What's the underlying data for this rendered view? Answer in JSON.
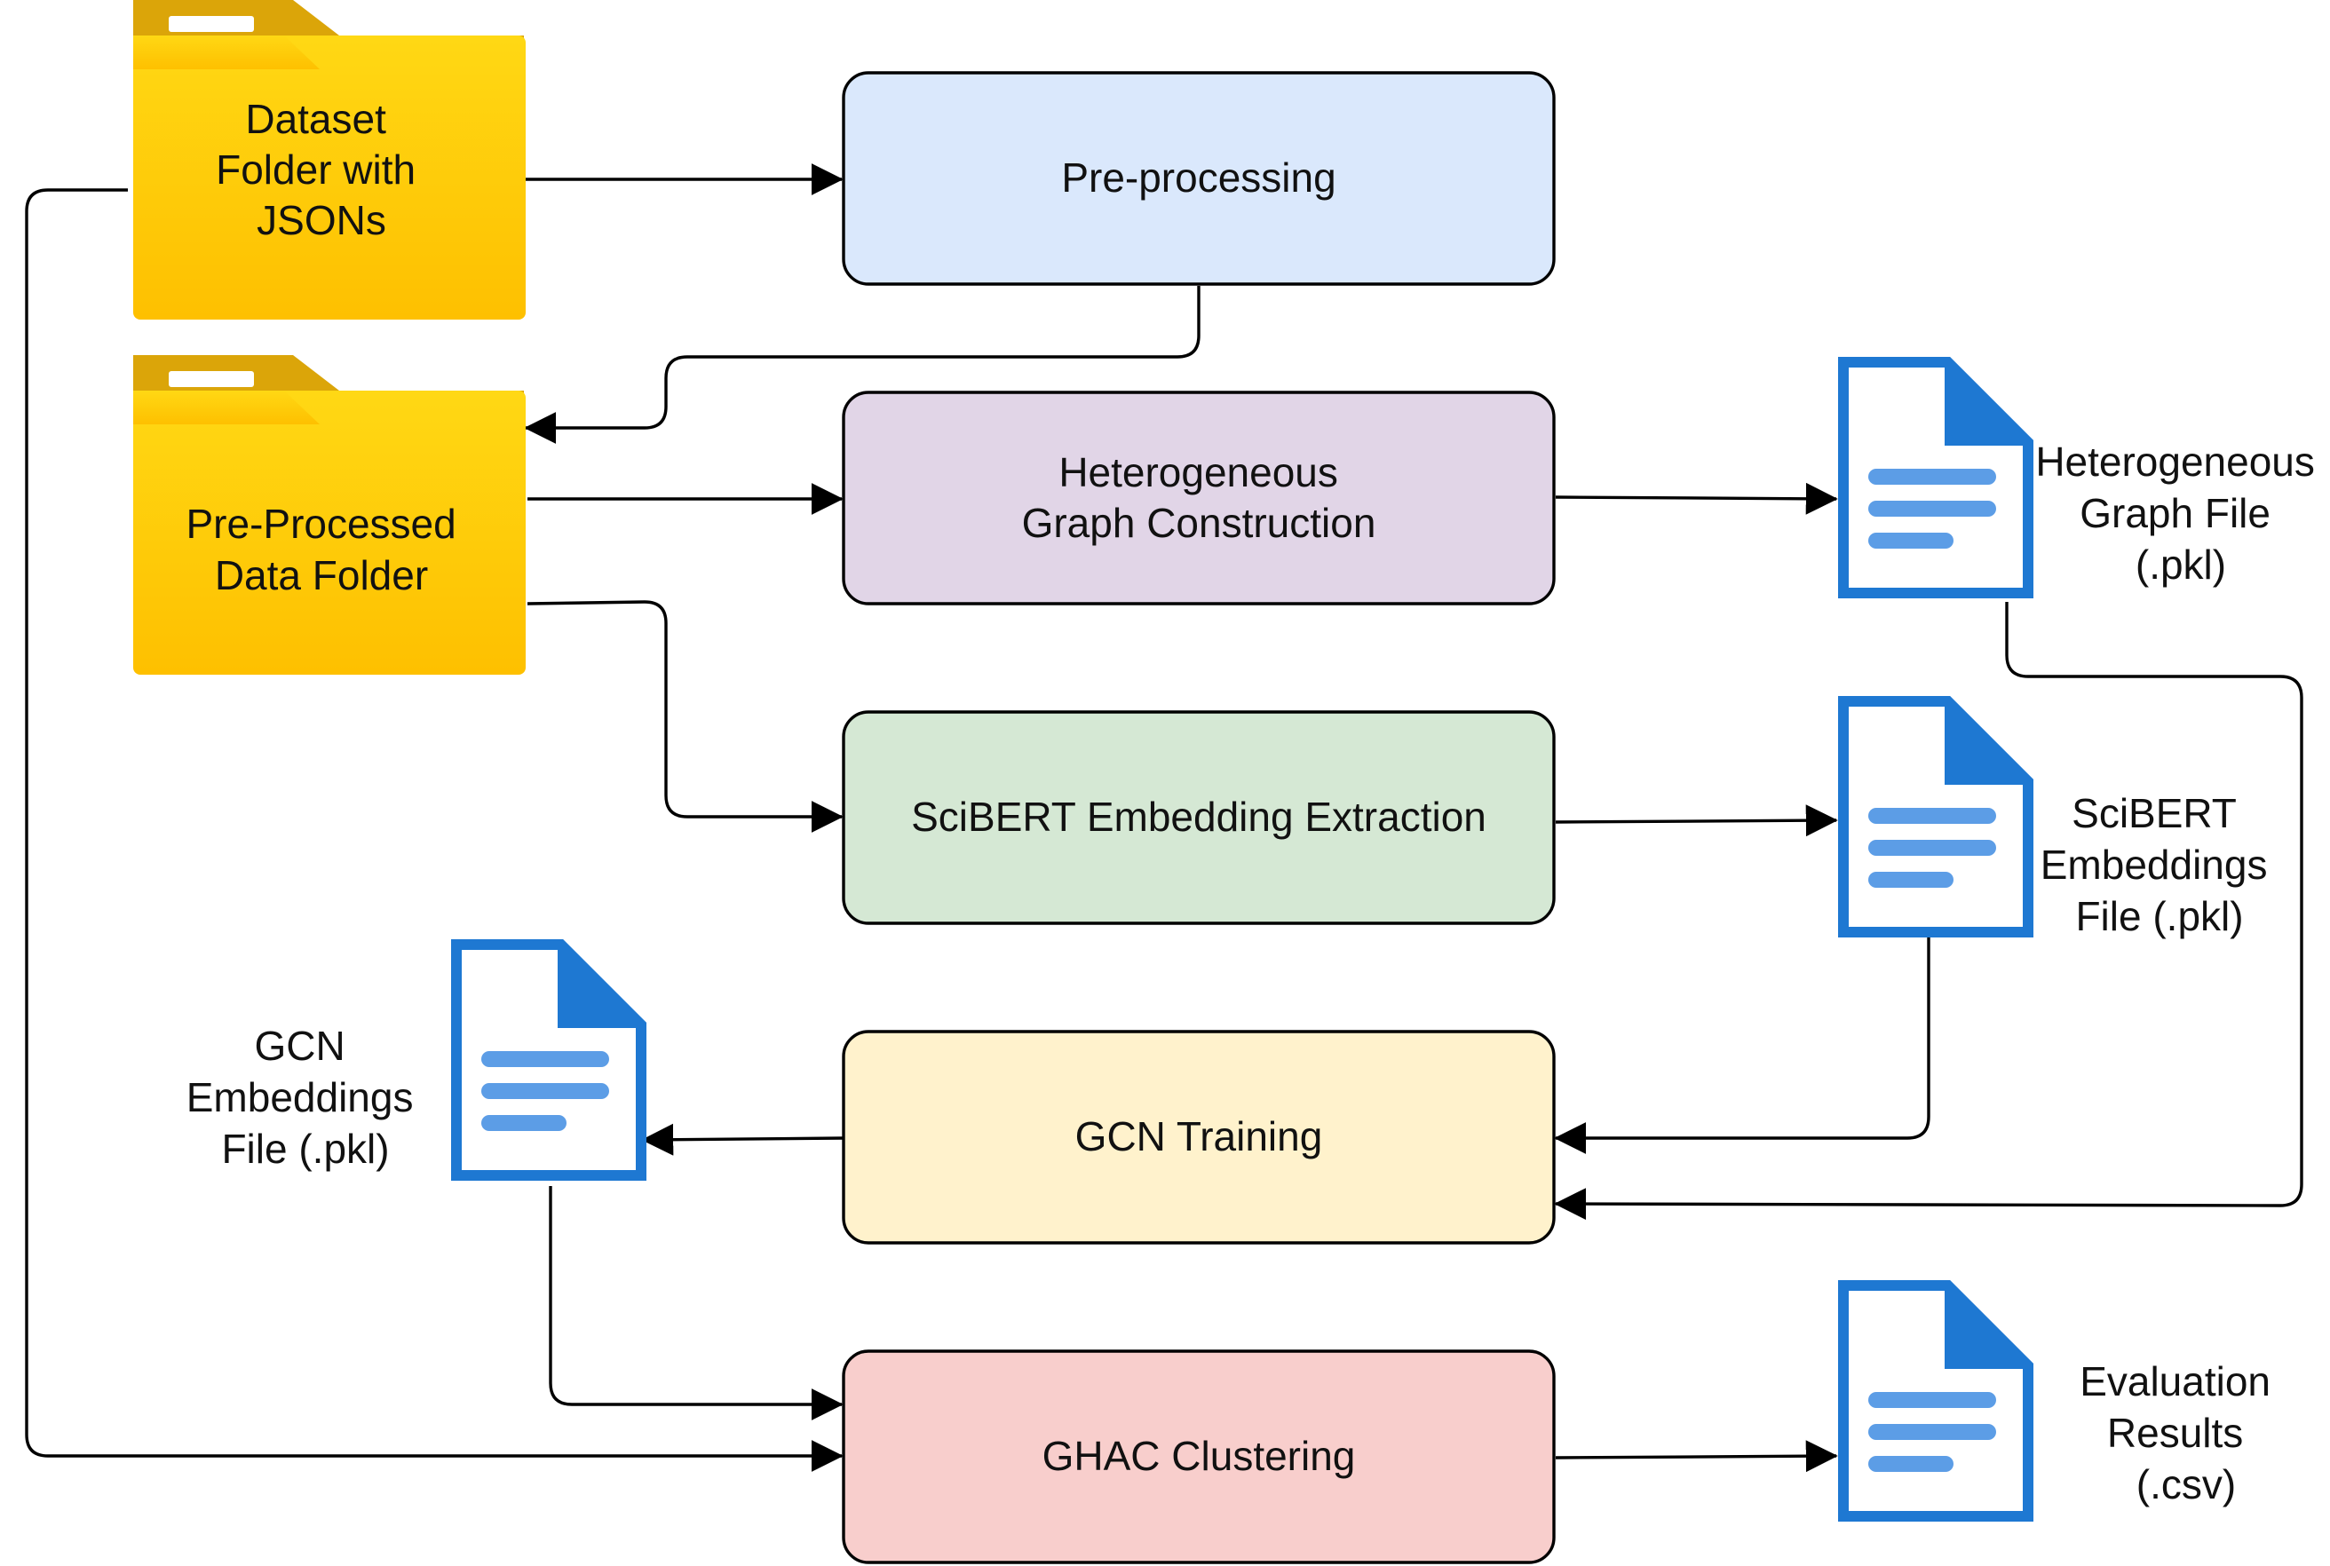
{
  "folders": {
    "dataset": {
      "lines": [
        "Dataset",
        "Folder with",
        "JSONs"
      ]
    },
    "preprocessed": {
      "lines": [
        "Pre-Processed",
        "Data Folder"
      ]
    }
  },
  "processes": {
    "preprocessing": {
      "lines": [
        "Pre-processing"
      ],
      "color": "#dae8fc"
    },
    "graph_construction": {
      "lines": [
        "Heterogeneous",
        "Graph Construction"
      ],
      "color": "#e1d5e7"
    },
    "scibert_extraction": {
      "lines": [
        "SciBERT Embedding Extraction"
      ],
      "color": "#d5e8d4"
    },
    "gcn_training": {
      "lines": [
        "GCN Training"
      ],
      "color": "#fff2cc"
    },
    "ghac_clustering": {
      "lines": [
        "GHAC Clustering"
      ],
      "color": "#f8cecc"
    }
  },
  "files": {
    "graph_file": {
      "lines": [
        "Heterogeneous",
        "Graph File",
        "(.pkl)"
      ]
    },
    "scibert_file": {
      "lines": [
        "SciBERT",
        "Embeddings",
        "File (.pkl)"
      ]
    },
    "gcn_file": {
      "lines": [
        "GCN",
        "Embeddings",
        "File (.pkl)"
      ]
    },
    "eval_file": {
      "lines": [
        "Evaluation",
        "Results",
        "(.csv)"
      ]
    }
  },
  "colors": {
    "folder_front": "#ffd21f",
    "folder_back": "#dba509",
    "file_blue": "#1e78d2",
    "file_lines": "#5c9de6",
    "edge": "#000000"
  },
  "icons": {
    "folder": "folder-icon",
    "file": "document-icon"
  }
}
